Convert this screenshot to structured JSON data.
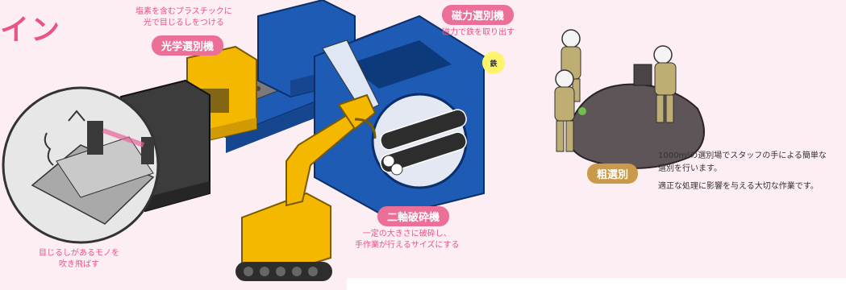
{
  "page": {
    "title_fragment": "イン"
  },
  "optical_sorter": {
    "note_line1": "塩素を含むプラスチックに",
    "note_line2": "光で目じるしをつける",
    "label": "光学選別機"
  },
  "magnetic_sorter": {
    "label": "磁力選別機",
    "note": "磁力で鉄を取り出す",
    "badge": "鉄"
  },
  "shredder": {
    "label": "二軸破砕機",
    "note_line1": "一定の大きさに破砕し、",
    "note_line2": "手作業が行えるサイズにする"
  },
  "air_blow": {
    "note_line1": "目じるしがあるモノを",
    "note_line2": "吹き飛ばす"
  },
  "rough_sorting": {
    "label": "粗選別",
    "desc_line1": "1000m²の選別場でスタッフの手による簡単な",
    "desc_line2": "選別を行います。",
    "desc_line3": "適正な処理に影響を与える大切な作業です。"
  },
  "colors": {
    "background": "#fdeef3",
    "accent_pink": "#ec6f97",
    "machine_blue": "#1d5bb5",
    "machine_yellow": "#f5b800",
    "gold_label": "#c89a4a"
  }
}
